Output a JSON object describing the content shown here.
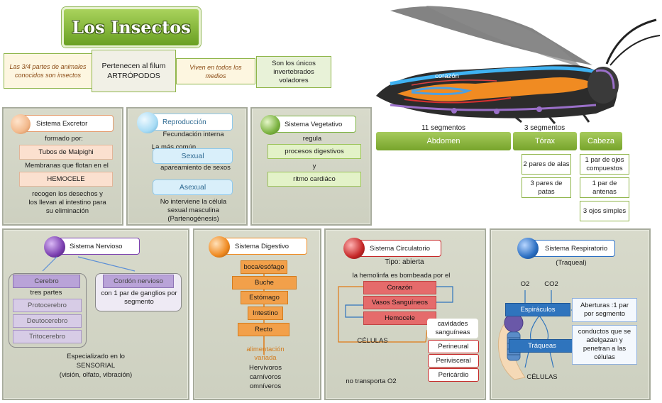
{
  "title": "Los Insectos",
  "header": {
    "fact1": "Las 3/4 partes de animales conocidos son insectos",
    "fact2_line1": "Pertenecen al filum",
    "fact2_line2": "ARTRÓPODOS",
    "fact3": "Viven en todos los medios",
    "fact4": "Son los  únicos invertebrados voladores"
  },
  "anatomy": {
    "heart_label": "corazón",
    "abdomen_segments": "11  segmentos",
    "thorax_segments": "3  segmentos",
    "abdomen": "Abdomen",
    "thorax": "Tórax",
    "head": "Cabeza",
    "thorax_items": [
      "2 pares de alas",
      "3 pares de patas"
    ],
    "head_items": [
      "1 par de ojos compuestos",
      "1 par de antenas",
      "3 ojos simples"
    ]
  },
  "excretor": {
    "title": "Sistema Excretor",
    "formed_by": "formado por:",
    "tubes": "Tubos de Malpighi",
    "membranes": "Membranas que flotan en  el",
    "hemocele": "HEMOCELE",
    "collect": "recogen los desechos y los llevan al intestino para su eliminación"
  },
  "reproduccion": {
    "title": "Reproducción",
    "internal": "Fecundación interna",
    "common": "La más común",
    "sexual": "Sexual",
    "mating": "apareamiento de sexos",
    "asexual": "Asexual",
    "no_male": "No interviene la célula sexual masculina",
    "parthenogenesis": "(Partenogénesis)"
  },
  "vegetativo": {
    "title": "Sistema  Vegetativo",
    "regulates": "regula",
    "digestive": "procesos digestivos",
    "and": "y",
    "heart_rate": "ritmo cardiáco"
  },
  "nervioso": {
    "title": "Sistema Nervioso",
    "brain": "Cerebro",
    "three_parts": "tres  partes",
    "parts": [
      "Protocerebro",
      "Deutocerebro",
      "Tritocerebro"
    ],
    "cord": "Cordón nervioso",
    "ganglia": "con 1 par de ganglios por segmento",
    "specialized": "Especializado en lo",
    "sensory": "SENSORIAL",
    "senses": "(visión, olfato, vibración)"
  },
  "digestivo": {
    "title": "Sistema Digestivo",
    "parts": [
      "boca/esófago",
      "Buche",
      "Estómago",
      "Intestino",
      "Recto"
    ],
    "food": "alimentación variada",
    "diets": [
      "Hervívoros",
      "carnívoros",
      "omníveros"
    ]
  },
  "circulatorio": {
    "title": "Sistema Circulatorio",
    "type": "Tipo: abierta",
    "pumped": "la hemolinfa es bombeada por el",
    "flow": [
      "Corazón",
      "Vasos Sanguíneos",
      "Hemocele"
    ],
    "cells": "CÉLULAS",
    "cavities": "cavidades sanguíneas",
    "cavity_types": [
      "Perineural",
      "Perivisceral",
      "Pericárdio"
    ],
    "no_o2": "no transporta  O2"
  },
  "respiratorio": {
    "title": "Sistema Respiratorio",
    "tracheal": "(Traqueal)",
    "o2": "O2",
    "co2": "CO2",
    "spiracles": "Espiráculos",
    "spiracles_desc": "Aberturas :1 par por segmento",
    "tracheae": "Tráqueas",
    "tracheae_desc": "conductos que se adelgazan y penetran a las células",
    "cells": "CÉLULAS"
  },
  "colors": {
    "title_green": "#7aa832",
    "excretor_ball": "#f2b98c",
    "repro_ball": "#a9dcf5",
    "veget_ball": "#7cb342",
    "nerv_ball": "#7b3fb0",
    "dig_ball": "#f08b22",
    "circ_ball": "#c62828",
    "resp_ball": "#2b6fc2"
  }
}
